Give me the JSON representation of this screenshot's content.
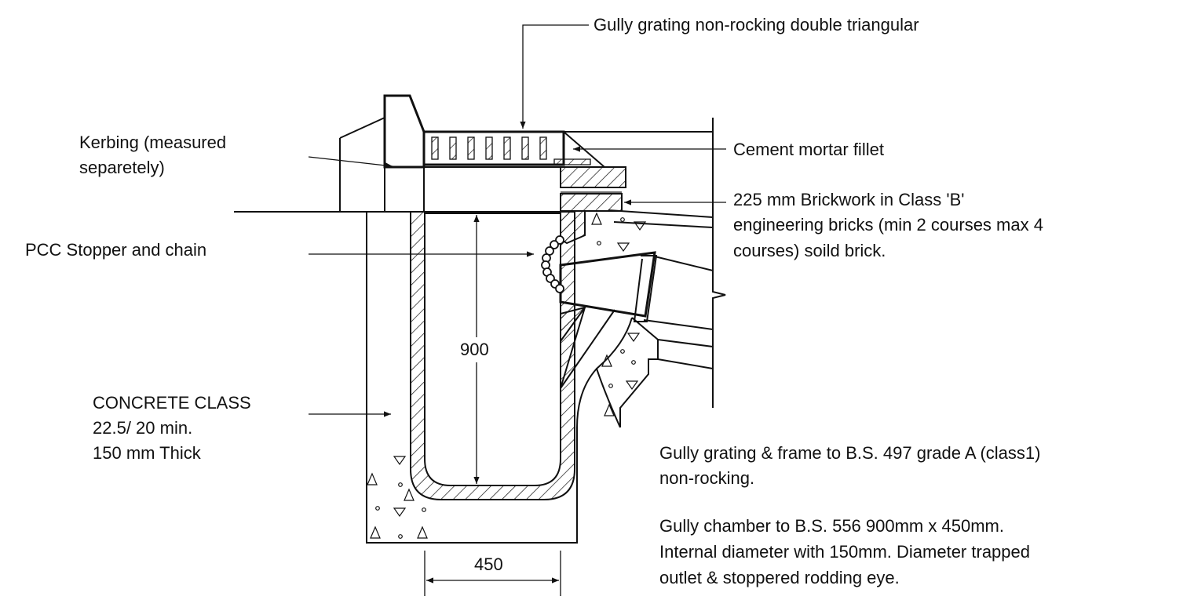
{
  "labels": {
    "grating_top": "Gully grating non-rocking double triangular",
    "kerbing_1": "Kerbing (measured",
    "kerbing_2": "separetely)",
    "mortar": "Cement mortar fillet",
    "brick_1": "225 mm Brickwork in Class 'B'",
    "brick_2": "engineering bricks (min 2 courses max 4",
    "brick_3": "courses) soild brick.",
    "stopper": "PCC Stopper and chain",
    "concrete_1": "CONCRETE CLASS",
    "concrete_2": "22.5/ 20 min.",
    "concrete_3": "150 mm Thick",
    "dim_height": "900",
    "dim_width": "450",
    "note1_1": "Gully grating & frame to B.S. 497 grade A (class1)",
    "note1_2": "non-rocking.",
    "note2_1": "Gully chamber to B.S. 556 900mm x 450mm.",
    "note2_2": "Internal diameter with 150mm. Diameter trapped",
    "note2_3": "outlet & stoppered rodding eye."
  }
}
